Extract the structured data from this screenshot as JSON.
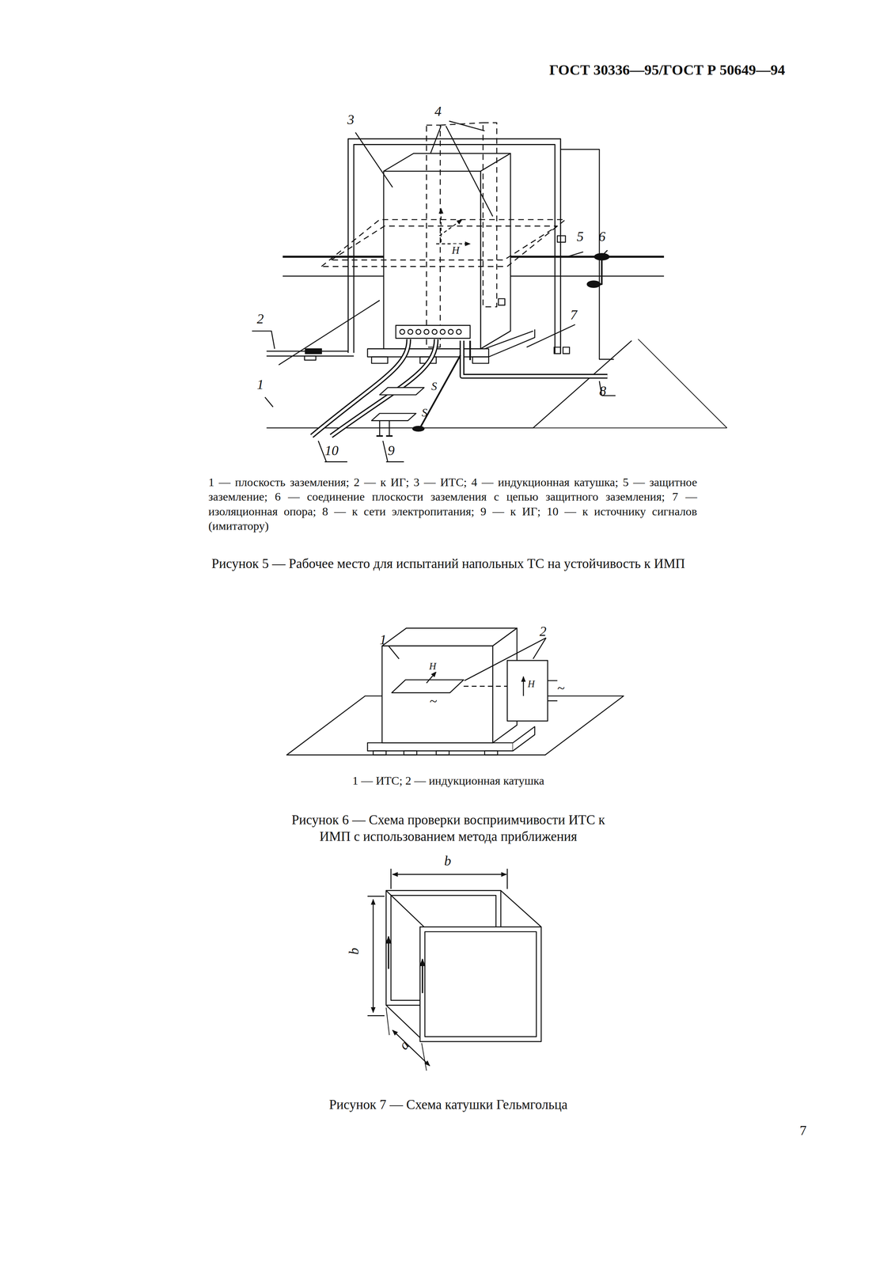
{
  "diagram": {
    "title": "ГОСТ 30336—95/ГОСТ Р 50649—94",
    "labels": [
      "3",
      "4",
      "5",
      "6",
      "H",
      "2",
      "1",
      "7",
      "S",
      "S",
      "8",
      "10",
      "9",
      "1 — плоскость заземления; 2 — к ИГ; 3 — ИТС; 4 — индукционная катушка; 5 — защитное заземление; 6 — соединение плоскости заземления с цепью защитного заземления; 7 — изоляционная опора; 8 — к сети электропитания; 9 — к ИГ; 10 — к источнику сигналов (имитатору)",
      "Рисунок 5 — Рабочее место для испытаний напольных ТС на устойчивость к ИМП",
      "1",
      "2",
      "H",
      "H",
      "~",
      "~",
      "1 — ИТС; 2 — индукционная катушка",
      "Рисунок 6 — Схема проверки восприимчивости ИТС к ИМП с использованием метода приближения",
      "b",
      "b",
      "a",
      "Рисунок 7 — Схема катушки Гельмгольца",
      "7"
    ]
  }
}
